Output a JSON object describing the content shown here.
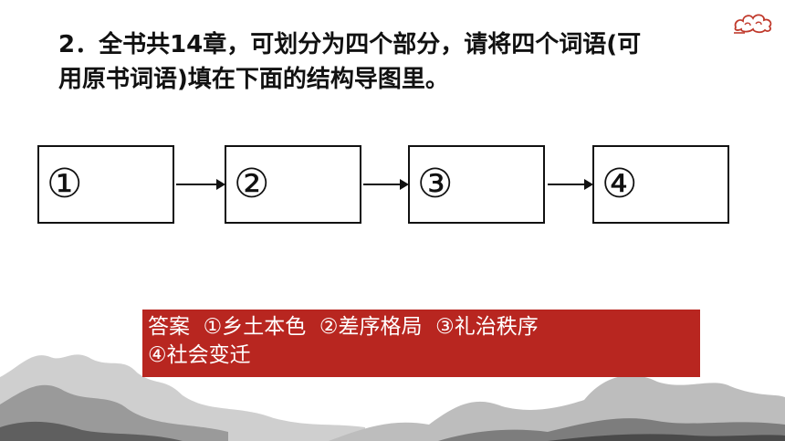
{
  "question": {
    "line1": "2．全书共14章，可划分为四个部分，请将四个词语(可",
    "line2": "用原书词语)填在下面的结构导图里。"
  },
  "flow": {
    "boxes": [
      {
        "label": "①"
      },
      {
        "label": "②"
      },
      {
        "label": "③"
      },
      {
        "label": "④"
      }
    ]
  },
  "answer": {
    "prefix": "答案",
    "item1": "①乡土本色",
    "item2": "②差序格局",
    "item3": "③礼治秩序",
    "item4": "④社会变迁"
  },
  "colors": {
    "answer_bg": "#b82620",
    "cloud": "#c0392b"
  },
  "decor": {
    "top_right": "cloud-emblem",
    "bottom": "ink-mountain-landscape"
  }
}
